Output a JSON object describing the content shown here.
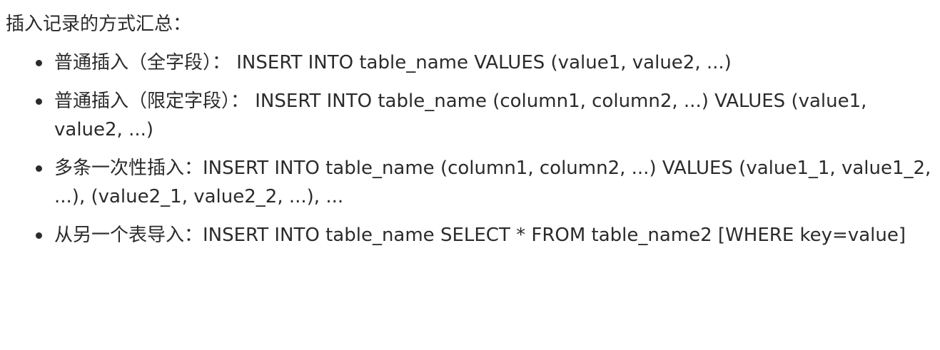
{
  "intro": "插入记录的方式汇总：",
  "items": [
    {
      "text": "普通插入（全字段）： INSERT INTO table_name VALUES (value1, value2, ...)"
    },
    {
      "text": "普通插入（限定字段）： INSERT INTO table_name (column1, column2, ...) VALUES (value1, value2, ...)"
    },
    {
      "text": "多条一次性插入：INSERT INTO table_name (column1, column2, ...) VALUES (value1_1, value1_2, ...), (value2_1, value2_2, ...), ..."
    },
    {
      "text": "从另一个表导入：INSERT INTO table_name SELECT * FROM table_name2 [WHERE key=value]"
    }
  ]
}
